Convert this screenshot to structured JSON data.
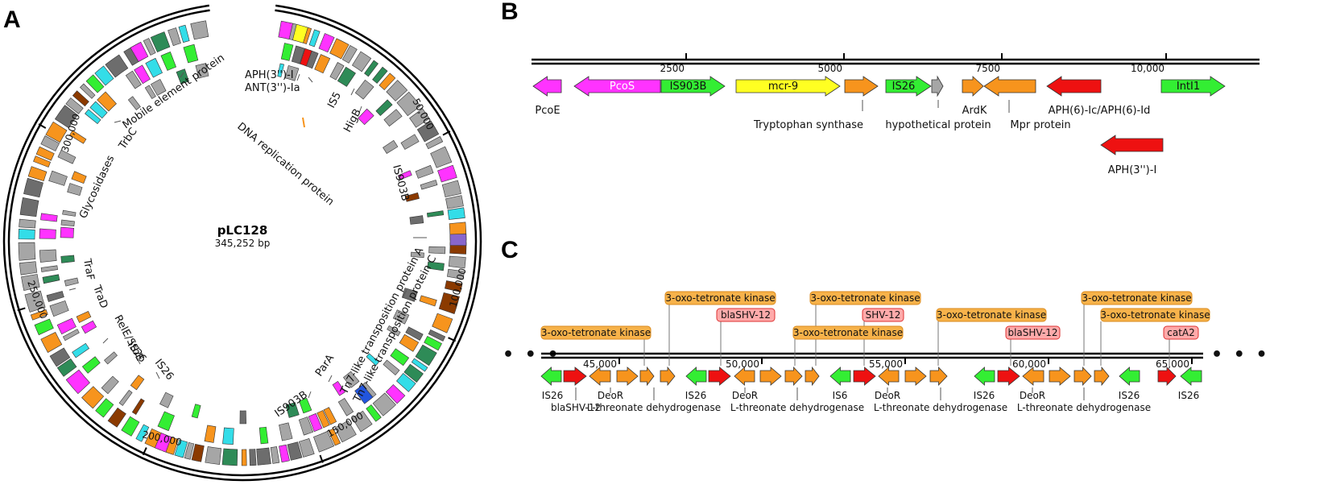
{
  "panels": {
    "a": "A",
    "b": "B",
    "c": "C"
  },
  "colors": {
    "grey": "#a6a6a6",
    "dark_grey": "#6d6d6d",
    "orange": "#f7941d",
    "magenta": "#ff33ff",
    "green": "#33ee33",
    "dark_green": "#2e8b57",
    "cyan": "#33dde8",
    "red": "#ee1111",
    "yellow": "#ffff22",
    "blue": "#2255dd",
    "brown": "#8b3a00",
    "purple": "#8866cc",
    "label_orange_fill": "#f7b24a",
    "label_orange_border": "#d98a1c",
    "label_red_fill": "#ffaaaa",
    "label_red_border": "#dd3333"
  },
  "panel_a": {
    "plasmid_name": "pLC128",
    "plasmid_size": "345,252 bp",
    "ticks": [
      {
        "text": "50,000"
      },
      {
        "text": "100,000"
      },
      {
        "text": "150,000"
      },
      {
        "text": "200,000"
      },
      {
        "text": "250,000"
      },
      {
        "text": "300,000"
      }
    ],
    "gene_labels": [
      {
        "text": "APH(3'')-I"
      },
      {
        "text": "ANT(3'')-Ia"
      },
      {
        "text": "IS5"
      },
      {
        "text": "HigB"
      },
      {
        "text": "DNA replication protein"
      },
      {
        "text": "IS903B"
      },
      {
        "text": "Tn7-like transposition protein A"
      },
      {
        "text": "Tn7-like transposition protein C"
      },
      {
        "text": "ParA"
      },
      {
        "text": "IS903B"
      },
      {
        "text": "IS26"
      },
      {
        "text": "IS26"
      },
      {
        "text": "RelE/StbE"
      },
      {
        "text": "TraD"
      },
      {
        "text": "TraF"
      },
      {
        "text": "Glycosidases"
      },
      {
        "text": "TrbC"
      },
      {
        "text": "Mobile element protein"
      }
    ]
  },
  "panel_b": {
    "ticks": [
      {
        "text": "2500"
      },
      {
        "text": "5000"
      },
      {
        "text": "7500"
      },
      {
        "text": "10,000"
      }
    ],
    "genes": [
      {
        "name": "PcoE",
        "color": "magenta",
        "dir": "left",
        "inner": "",
        "below": "PcoE"
      },
      {
        "name": "PcoS",
        "color": "magenta",
        "dir": "left",
        "inner": "PcoS",
        "below": ""
      },
      {
        "name": "IS903B",
        "color": "green",
        "dir": "right",
        "inner": "IS903B",
        "below": ""
      },
      {
        "name": "mcr-9",
        "color": "yellow",
        "dir": "right",
        "inner": "mcr-9",
        "below": ""
      },
      {
        "name": "Tryptophan synthase",
        "color": "orange",
        "dir": "right",
        "inner": "",
        "below": "Tryptophan synthase"
      },
      {
        "name": "IS26",
        "color": "green",
        "dir": "right",
        "inner": "IS26",
        "below": ""
      },
      {
        "name": "hypothetical protein",
        "color": "grey",
        "dir": "right",
        "inner": "",
        "below": "hypothetical protein"
      },
      {
        "name": "ArdK",
        "color": "orange",
        "dir": "right",
        "inner": "",
        "below": "ArdK"
      },
      {
        "name": "Mpr protein",
        "color": "orange",
        "dir": "left",
        "inner": "",
        "below": "Mpr protein"
      },
      {
        "name": "APH(6)-Ic/APH(6)-Id",
        "color": "red",
        "dir": "left",
        "inner": "",
        "below": "APH(6)-Ic/APH(6)-Id"
      },
      {
        "name": "IntI1",
        "color": "green",
        "dir": "right",
        "inner": "IntI1",
        "below": ""
      },
      {
        "name": "APH(3'')-I",
        "color": "red",
        "dir": "left",
        "inner": "",
        "below": "APH(3'')-I"
      }
    ]
  },
  "panel_c": {
    "ellipsis_left": "• • •",
    "ellipsis_right": "• • •",
    "ticks": [
      {
        "text": "45,000"
      },
      {
        "text": "50,000"
      },
      {
        "text": "55,000"
      },
      {
        "text": "60,000"
      },
      {
        "text": "65,000"
      }
    ],
    "boxes": [
      {
        "text": "3-oxo-tetronate kinase",
        "kind": "orange"
      },
      {
        "text": "3-oxo-tetronate kinase",
        "kind": "orange"
      },
      {
        "text": "blaSHV-12",
        "kind": "red"
      },
      {
        "text": "3-oxo-tetronate kinase",
        "kind": "orange"
      },
      {
        "text": "SHV-12",
        "kind": "red"
      },
      {
        "text": "3-oxo-tetronate kinase",
        "kind": "orange"
      },
      {
        "text": "3-oxo-tetronate kinase",
        "kind": "orange"
      },
      {
        "text": "blaSHV-12",
        "kind": "red"
      },
      {
        "text": "3-oxo-tetronate kinase",
        "kind": "orange"
      },
      {
        "text": "3-oxo-tetronate kinase",
        "kind": "orange"
      },
      {
        "text": "catA2",
        "kind": "red"
      }
    ],
    "below_labels": [
      {
        "text": "IS26"
      },
      {
        "text": "DeoR"
      },
      {
        "text": "blaSHV-12"
      },
      {
        "text": "L-threonate dehydrogenase"
      },
      {
        "text": "IS26"
      },
      {
        "text": "DeoR"
      },
      {
        "text": "L-threonate dehydrogenase"
      },
      {
        "text": "IS6"
      },
      {
        "text": "DeoR"
      },
      {
        "text": "L-threonate dehydrogenase"
      },
      {
        "text": "IS26"
      },
      {
        "text": "DeoR"
      },
      {
        "text": "L-threonate dehydrogenase"
      },
      {
        "text": "IS26"
      },
      {
        "text": "IS26"
      }
    ]
  }
}
